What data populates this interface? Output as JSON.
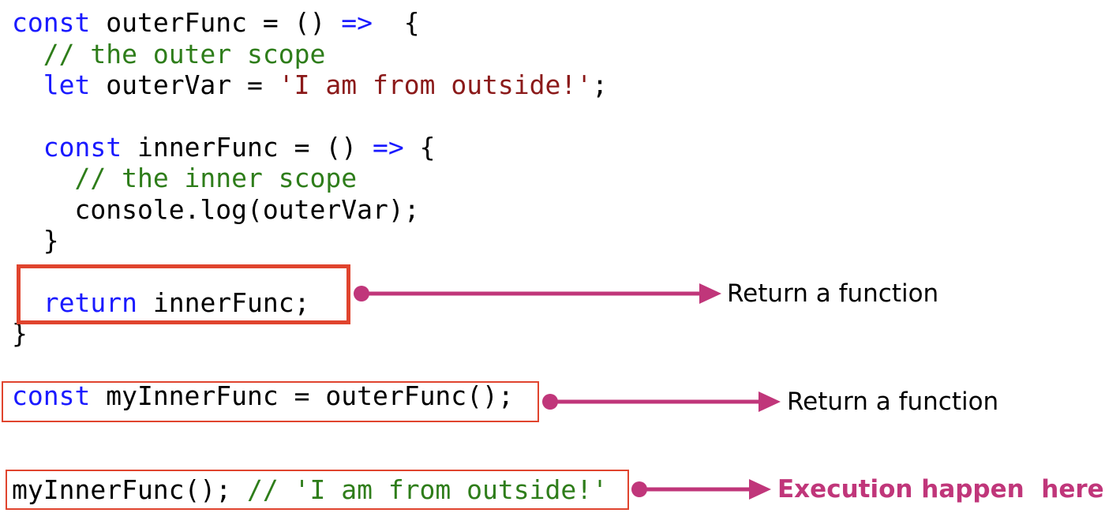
{
  "code": {
    "line1": {
      "kw": "const",
      "rest": " outerFunc = () ",
      "arrow": "=>",
      "brace": "  {"
    },
    "line2": {
      "comment": "// the outer scope"
    },
    "line3": {
      "kw": "let",
      "rest": " outerVar = ",
      "str": "'I am from outside!'",
      "end": ";"
    },
    "line4": {
      "kw": "const",
      "rest": " innerFunc = () ",
      "arrow": "=>",
      "brace": " {"
    },
    "line5": {
      "comment": "// the inner scope"
    },
    "line6": {
      "text": "console.log(outerVar);"
    },
    "line7": {
      "text": "}"
    },
    "line8": {
      "kw": "return",
      "rest": " innerFunc;"
    },
    "line9": {
      "text": "}"
    },
    "line10": {
      "kw": "const",
      "rest": " myInnerFunc = outerFunc();"
    },
    "line11": {
      "text": "myInnerFunc(); ",
      "comment": "// 'I am from outside!'"
    }
  },
  "annotations": {
    "return_label": "Return a function",
    "call_label": "Return a function",
    "execution_label": "Execution happen  here !"
  },
  "colors": {
    "keyword": "#1a1aff",
    "comment": "#2e7d1a",
    "string": "#8b1a1a",
    "box_border": "#e0442e",
    "arrow": "#c0367a"
  }
}
